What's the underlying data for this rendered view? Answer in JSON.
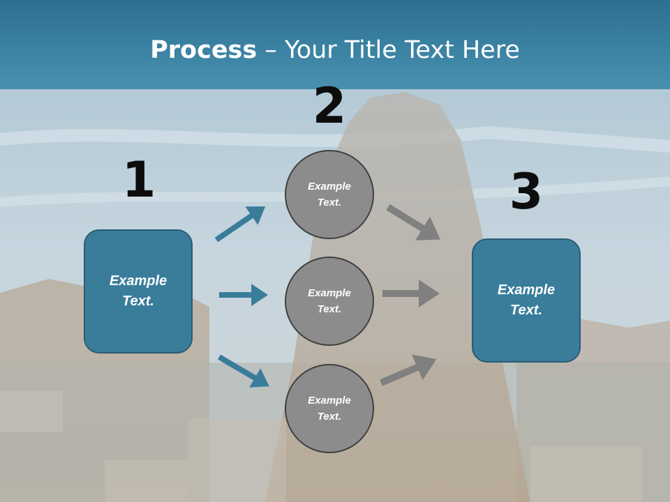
{
  "title": {
    "bold": "Process",
    "rest": " – Your Title Text Here"
  },
  "steps": [
    "1",
    "2",
    "3"
  ],
  "boxes": [
    {
      "line1": "Example",
      "line2": "Text."
    },
    {
      "line1": "Example",
      "line2": "Text."
    }
  ],
  "circles": [
    {
      "line1": "Example",
      "line2": "Text."
    },
    {
      "line1": "Example",
      "line2": "Text."
    },
    {
      "line1": "Example",
      "line2": "Text."
    }
  ],
  "colors": {
    "title_band": "#3b82a3",
    "box_fill": "#3a7d9b",
    "circle_fill": "#8c8c8c",
    "arrow_blue": "#3a7d9b",
    "arrow_gray": "#808080"
  }
}
